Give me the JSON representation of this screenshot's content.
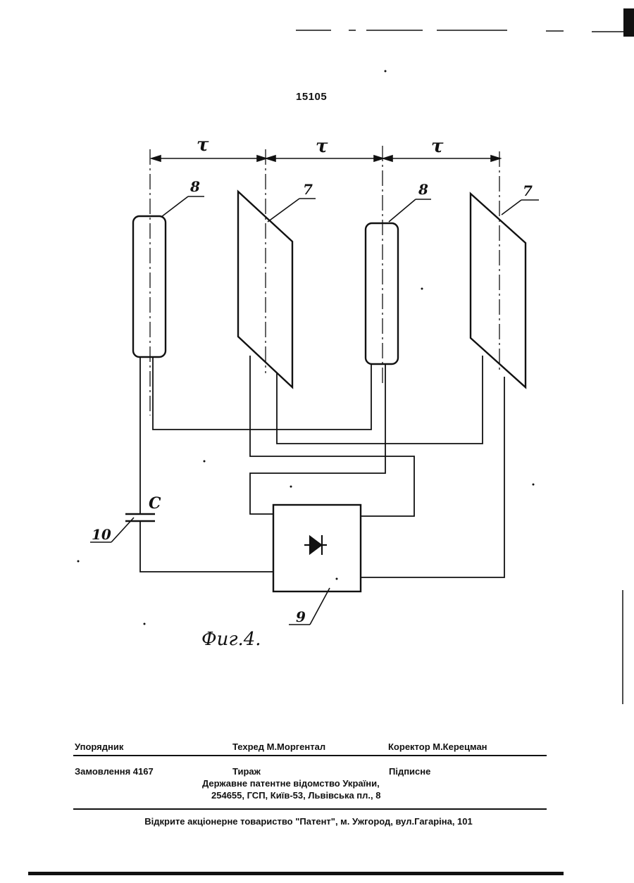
{
  "page_number": "15105",
  "figure": {
    "caption": "Фиг.4.",
    "pitch_labels": [
      "τ",
      "τ",
      "τ"
    ],
    "part_labels": {
      "rod_left": "8",
      "plate_left": "7",
      "rod_right": "8",
      "plate_right": "7",
      "capacitor_letter": "C",
      "capacitor_ref": "10",
      "rectifier_ref": "9"
    }
  },
  "footer": {
    "compiler": "Упорядник",
    "techred": "Техред М.Моргентал",
    "corrector": "Коректор  М.Керецман",
    "order": "Замовлення  4167",
    "circulation": "Тираж",
    "subscription": "Підписне",
    "office_line1": "Державне патентне відомство України,",
    "office_line2": "254655, ГСП, Київ-53, Львівська пл., 8",
    "publisher": "Відкрите акціонерне товариство \"Патент\", м. Ужгород, вул.Гагаріна, 101"
  }
}
